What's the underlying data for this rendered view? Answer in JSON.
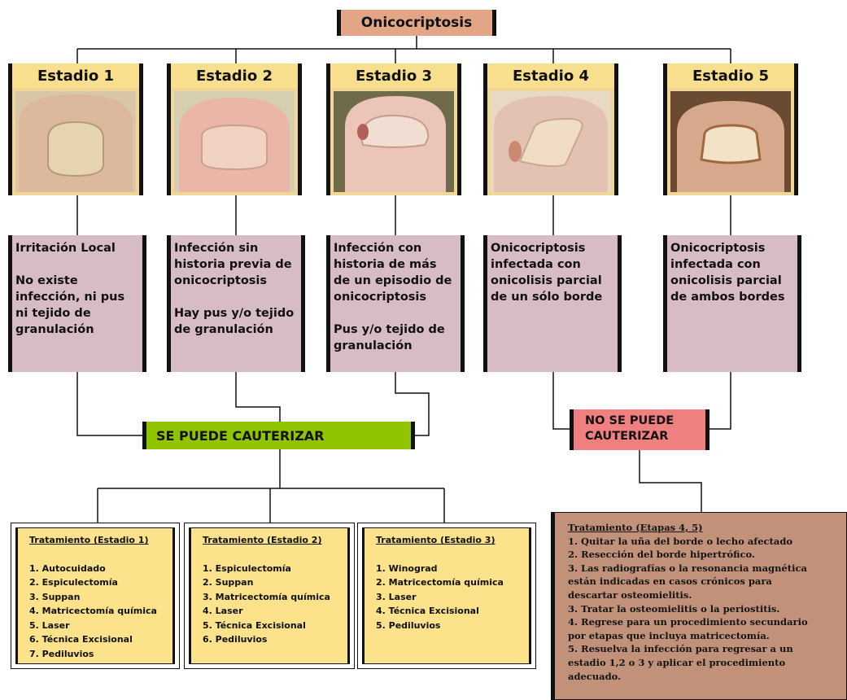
{
  "title": "Onicocriptosis",
  "stages": [
    {
      "label": "Estadio 1",
      "photo_icon": "nail-stage-1-photo",
      "desc": [
        "Irritación Local",
        "No existe infección, ni pus ni tejido de granulación"
      ]
    },
    {
      "label": "Estadio 2",
      "photo_icon": "nail-stage-2-photo",
      "desc": [
        "Infección sin historia previa de onicocriptosis",
        "Hay pus y/o tejido de granulación"
      ]
    },
    {
      "label": "Estadio 3",
      "photo_icon": "nail-stage-3-photo",
      "desc": [
        "Infección con historia de más de un episodio de onicocriptosis",
        "Pus y/o tejido de granulación"
      ]
    },
    {
      "label": "Estadio 4",
      "photo_icon": "nail-stage-4-photo",
      "desc": [
        "Onicocriptosis infectada con onicolisis parcial de un sólo borde"
      ]
    },
    {
      "label": "Estadio 5",
      "photo_icon": "nail-stage-5-photo",
      "desc": [
        "Onicocriptosis infectada con onicolisis parcial de ambos bordes"
      ]
    }
  ],
  "can_cauterize": "SE PUEDE CAUTERIZAR",
  "cannot_cauterize": "NO SE PUEDE CAUTERIZAR",
  "treatments": [
    {
      "title": "Tratamiento (Estadio 1)",
      "items": [
        "1.  Autocuidado",
        "2.  Espiculectomía",
        "3.  Suppan",
        "4.  Matricectomía química",
        "5.  Laser",
        "6.   Técnica Excisional",
        "7.  Pediluvios"
      ]
    },
    {
      "title": "Tratamiento (Estadio 2)",
      "items": [
        "1.  Espiculectomía",
        "2.  Suppan",
        "3.  Matricectomía química",
        "4.  Laser",
        "5.  Técnica Excisional",
        "6.  Pediluvios"
      ]
    },
    {
      "title": "Tratamiento (Estadio 3)",
      "items": [
        "1.  Winograd",
        "2.  Matricectomía química",
        "3.  Laser",
        "4.  Técnica Excisional",
        "5.  Pediluvios"
      ]
    }
  ],
  "treatment_45": {
    "title": "Tratamiento (Etapas 4, 5)",
    "lines": [
      "1. Quitar la uña del borde o lecho afectado",
      "2. Resección del borde hipertrófico.",
      "3. Las radiografías o la resonancia magnética",
      "están indicadas en casos crónicos para",
      "descartar osteomielitis.",
      "3. Tratar la osteomielitis o la periostitis.",
      "4. Regrese para un procedimiento secundario",
      "por etapas que incluya matricectomía.",
      "5. Resuelva la infección para regresar a un",
      "estadio 1,2 o 3 y aplicar el procedimiento",
      "adecuado."
    ]
  },
  "colors": {
    "title_bg": "#e2a586",
    "stage_bg": "#f7df8e",
    "desc_bg": "#d8bcc4",
    "can_bg": "#90c400",
    "cannot_bg": "#f08080",
    "treatment_bg": "#fce28a",
    "treatment45_bg": "#c29179"
  }
}
